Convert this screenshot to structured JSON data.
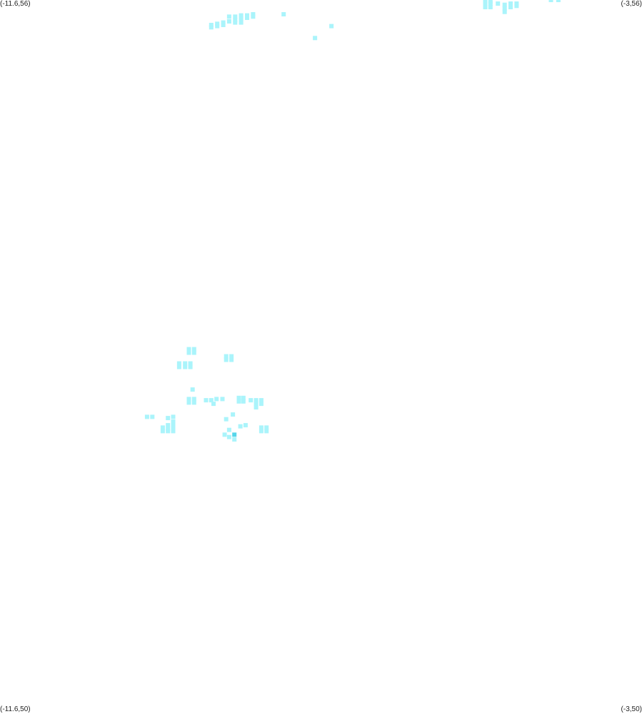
{
  "labels": {
    "top_left": "(-11.6,56)",
    "top_right": "(-3,56)",
    "bottom_left": "(-11.6,50)",
    "bottom_right": "(-3,50)"
  },
  "colors": {
    "point": "#aaf4fb",
    "point_highlight": "#55d6ea",
    "background": "#ffffff"
  },
  "chart_data": {
    "type": "scatter",
    "xlim": [
      -11.6,
      -3
    ],
    "ylim": [
      50,
      56
    ],
    "points": [
      [
        -8.53,
        55.86
      ],
      [
        -8.45,
        55.86
      ],
      [
        -8.37,
        55.87
      ],
      [
        -8.29,
        55.87
      ],
      [
        -8.21,
        55.88
      ],
      [
        -8.21,
        55.86
      ],
      [
        -8.29,
        55.85
      ],
      [
        -8.37,
        55.84
      ],
      [
        -8.45,
        55.83
      ],
      [
        -8.53,
        55.82
      ],
      [
        -8.45,
        55.81
      ],
      [
        -8.37,
        55.81
      ],
      [
        -8.61,
        55.81
      ],
      [
        -8.69,
        55.8
      ],
      [
        -8.77,
        55.79
      ],
      [
        -8.77,
        55.77
      ],
      [
        -8.69,
        55.78
      ],
      [
        -8.61,
        55.79
      ],
      [
        -7.8,
        55.88
      ],
      [
        -7.16,
        55.78
      ],
      [
        -7.38,
        55.68
      ],
      [
        -5.1,
        55.99
      ],
      [
        -5.03,
        55.99
      ],
      [
        -5.1,
        55.97
      ],
      [
        -5.03,
        55.97
      ],
      [
        -5.1,
        55.94
      ],
      [
        -5.03,
        55.94
      ],
      [
        -4.93,
        55.97
      ],
      [
        -4.84,
        55.96
      ],
      [
        -4.76,
        55.97
      ],
      [
        -4.68,
        55.97
      ],
      [
        -4.68,
        55.95
      ],
      [
        -4.76,
        55.94
      ],
      [
        -4.84,
        55.93
      ],
      [
        -4.84,
        55.9
      ],
      [
        -4.22,
        56.0
      ],
      [
        -4.12,
        56.0
      ],
      [
        -9.07,
        53.06
      ],
      [
        -9.0,
        53.06
      ],
      [
        -9.07,
        53.03
      ],
      [
        -9.0,
        53.03
      ],
      [
        -8.57,
        53.0
      ],
      [
        -8.5,
        53.0
      ],
      [
        -8.57,
        52.97
      ],
      [
        -8.5,
        52.97
      ],
      [
        -9.2,
        52.94
      ],
      [
        -9.12,
        52.94
      ],
      [
        -9.05,
        52.94
      ],
      [
        -9.2,
        52.91
      ],
      [
        -9.12,
        52.91
      ],
      [
        -9.05,
        52.91
      ],
      [
        -9.02,
        52.72
      ],
      [
        -9.07,
        52.64
      ],
      [
        -9.0,
        52.64
      ],
      [
        -9.07,
        52.61
      ],
      [
        -9.0,
        52.61
      ],
      [
        -8.84,
        52.63
      ],
      [
        -8.77,
        52.63
      ],
      [
        -8.7,
        52.64
      ],
      [
        -8.62,
        52.64
      ],
      [
        -8.74,
        52.6
      ],
      [
        -8.4,
        52.65
      ],
      [
        -8.34,
        52.65
      ],
      [
        -8.4,
        52.62
      ],
      [
        -8.34,
        52.62
      ],
      [
        -8.24,
        52.63
      ],
      [
        -8.17,
        52.63
      ],
      [
        -8.17,
        52.6
      ],
      [
        -8.1,
        52.63
      ],
      [
        -8.1,
        52.6
      ],
      [
        -8.17,
        52.57
      ],
      [
        -9.63,
        52.49
      ],
      [
        -9.56,
        52.49
      ],
      [
        -9.35,
        52.48
      ],
      [
        -9.28,
        52.49
      ],
      [
        -9.28,
        52.45
      ],
      [
        -9.28,
        52.42
      ],
      [
        -9.35,
        52.42
      ],
      [
        -9.42,
        52.4
      ],
      [
        -9.35,
        52.39
      ],
      [
        -9.28,
        52.39
      ],
      [
        -9.42,
        52.37
      ],
      [
        -9.35,
        52.37
      ],
      [
        -9.28,
        52.37
      ],
      [
        -8.57,
        52.47
      ],
      [
        -8.48,
        52.51
      ],
      [
        -8.38,
        52.41
      ],
      [
        -8.31,
        52.42
      ],
      [
        -8.1,
        52.4
      ],
      [
        -8.03,
        52.4
      ],
      [
        -8.1,
        52.37
      ],
      [
        -8.03,
        52.37
      ],
      [
        -8.53,
        52.38
      ],
      [
        -8.59,
        52.34
      ],
      [
        -8.53,
        52.32
      ],
      [
        -8.46,
        52.3
      ],
      [
        -8.46,
        52.34,
        "highlight"
      ]
    ]
  }
}
